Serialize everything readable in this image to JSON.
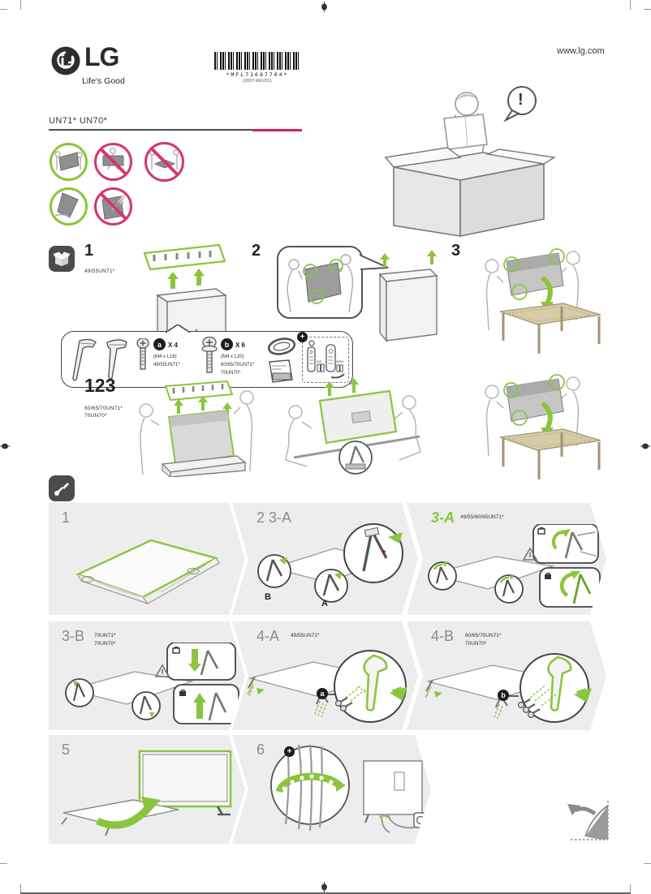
{
  "header": {
    "brand": "LG",
    "tagline": "Life's Good",
    "barcode_text": "*MFL71687704*",
    "barcode_rev": "(2007-REV01)",
    "website": "www.lg.com",
    "models_heading": "UN71* UN70*"
  },
  "marks": {
    "warning": "!",
    "optional": "+"
  },
  "unpacking": {
    "step1": {
      "num": "1",
      "models": "49/55UN71*"
    },
    "step2": {
      "num": "2"
    },
    "step3": {
      "num": "3"
    },
    "alt": {
      "num": "123",
      "models1": "60/65/70UN71*",
      "models2": "70UN70*"
    }
  },
  "parts": {
    "screw_a": {
      "badge": "a",
      "qty": "X 4",
      "spec": "(M4 x L16)",
      "models": "49/55UN71*"
    },
    "screw_b": {
      "badge": "b",
      "qty": "X 6",
      "spec": "(M4 x L20)",
      "models1": "60/65/70UN71*",
      "models2": "70UN70*"
    },
    "battery_aa": "AA",
    "battery_aaa": "AAA"
  },
  "assembly": {
    "p1": {
      "num": "1"
    },
    "p2": {
      "num": "2 3-A",
      "pos_b": "B",
      "pos_a": "A"
    },
    "p3a": {
      "num": "3-A",
      "models": "49/55/60/65UN71*"
    },
    "p3b": {
      "num": "3-B",
      "models1": "70UN71*",
      "models2": "70UN70*"
    },
    "p4a": {
      "num": "4-A",
      "models": "49/55UN71*",
      "badge": "a"
    },
    "p4b": {
      "num": "4-B",
      "models1": "60/65/70UN71*",
      "models2": "70UN70*",
      "badge": "b"
    },
    "p5": {
      "num": "5"
    },
    "p6": {
      "num": "6"
    }
  },
  "colors": {
    "accent_green": "#8bc53f",
    "prohibit_pink": "#d5376b",
    "brand_line": "#d11f5d",
    "panel_gray": "#ededed",
    "icon_dark": "#4c4c4c"
  }
}
